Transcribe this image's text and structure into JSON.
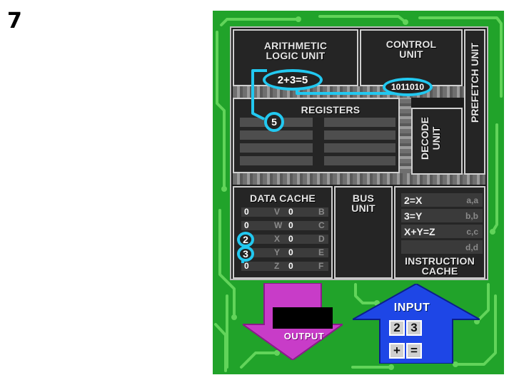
{
  "slide_number": "7",
  "colors": {
    "board": "#21a32a",
    "highlight": "#22c8f0",
    "output_arrow": "#c83cc8",
    "input_arrow": "#1e46e6"
  },
  "cpu": {
    "alu": {
      "label_line1": "ARITHMETIC",
      "label_line2": "LOGIC UNIT",
      "expression": "2+3=5"
    },
    "control_unit": {
      "label_line1": "CONTROL",
      "label_line2": "UNIT",
      "binary": "1011010"
    },
    "prefetch_unit": {
      "label": "PREFETCH UNIT"
    },
    "registers": {
      "label": "REGISTERS",
      "value": "5"
    },
    "decode_unit": {
      "label_line1": "DECODE",
      "label_line2": "UNIT"
    },
    "data_cache": {
      "label": "DATA CACHE",
      "rows": [
        {
          "left_value": "0",
          "left_name": "V",
          "right_value": "0",
          "right_name": "B"
        },
        {
          "left_value": "0",
          "left_name": "W",
          "right_value": "0",
          "right_name": "C"
        },
        {
          "left_value": "2",
          "left_name": "X",
          "right_value": "0",
          "right_name": "D"
        },
        {
          "left_value": "3",
          "left_name": "Y",
          "right_value": "0",
          "right_name": "E"
        },
        {
          "left_value": "0",
          "left_name": "Z",
          "right_value": "0",
          "right_name": "F"
        }
      ]
    },
    "bus_unit": {
      "label_line1": "BUS",
      "label_line2": "UNIT"
    },
    "instruction_cache": {
      "label_line1": "INSTRUCTION",
      "label_line2": "CACHE",
      "rows": [
        {
          "instruction": "2=X",
          "registers": "a,a"
        },
        {
          "instruction": "3=Y",
          "registers": "b,b"
        },
        {
          "instruction": "X+Y=Z",
          "registers": "c,c"
        },
        {
          "instruction": "",
          "registers": "d,d"
        }
      ]
    }
  },
  "output": {
    "label": "OUTPUT"
  },
  "input": {
    "label": "INPUT",
    "keys": [
      "2",
      "3",
      "+",
      "="
    ]
  }
}
